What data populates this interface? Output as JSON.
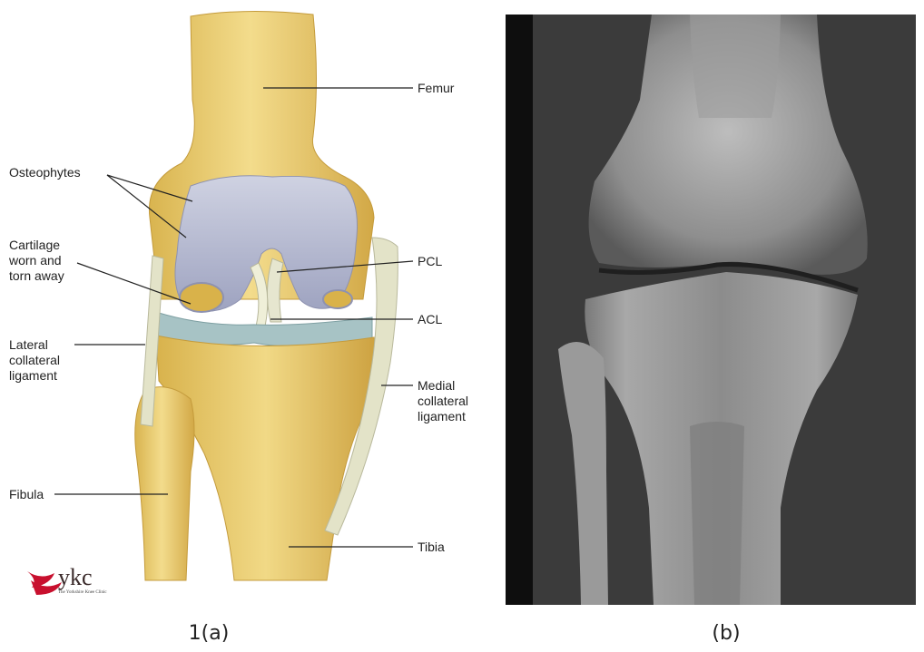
{
  "panel_a": {
    "labels": {
      "femur": "Femur",
      "osteophytes": "Osteophytes",
      "cartilage": [
        "Cartilage",
        "worn and",
        "torn away"
      ],
      "pcl": "PCL",
      "acl": "ACL",
      "lateral_collateral": [
        "Lateral",
        "collateral",
        "ligament"
      ],
      "medial_collateral": [
        "Medial",
        "collateral",
        "ligament"
      ],
      "fibula": "Fibula",
      "tibia": "Tibia"
    },
    "logo": {
      "text": "ykc",
      "tagline": "The Yorkshire Knee Clinic"
    },
    "caption": "1(a)"
  },
  "panel_b": {
    "caption": "(b)"
  },
  "colors": {
    "bone": "#e8c96a",
    "bone_shade": "#c9a23f",
    "cartilage": "#b9bdd2",
    "ligament": "#dcdcc0",
    "meniscus": "#a9c4c6",
    "xray_bg": "#2a2a2a",
    "logo_red": "#c8102e"
  }
}
